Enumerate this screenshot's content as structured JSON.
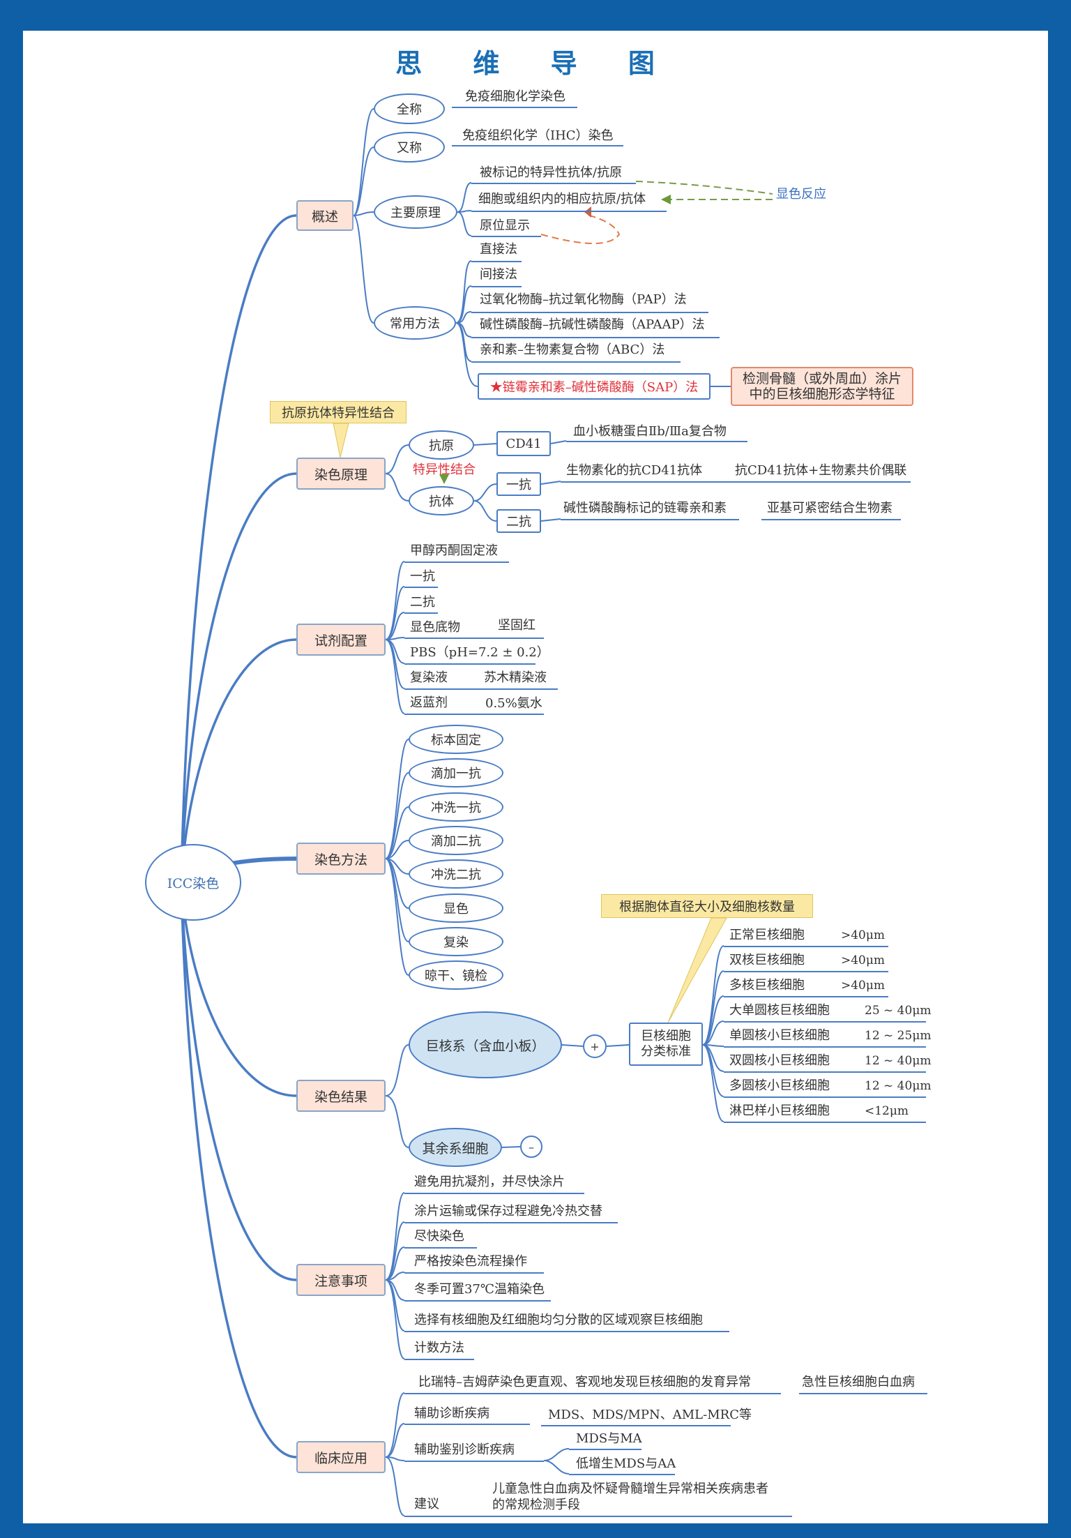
{
  "title": "思 维 导 图",
  "center": "ICC染色",
  "branches": {
    "gaishu": {
      "label": "概述",
      "quancheng": "全称",
      "quancheng_val": "免疫细胞化学染色",
      "youcheng": "又称",
      "youcheng_val": "免疫组织化学（IHC）染色",
      "yuanli": "主要原理",
      "yuanli_items": [
        "被标记的特异性抗体/抗原",
        "细胞或组织内的相应抗原/抗体",
        "原位显示"
      ],
      "xianse": "显色反应",
      "fangfa": "常用方法",
      "fangfa_items": [
        "直接法",
        "间接法",
        "过氧化物酶–抗过氧化物酶（PAP）法",
        "碱性磷酸酶–抗碱性磷酸酶（APAAP）法",
        "亲和素–生物素复合物（ABC）法"
      ],
      "sap": "★链霉亲和素–碱性磷酸酶（SAP）法",
      "sap_note_1": "检测骨髓（或外周血）涂片",
      "sap_note_2": "中的巨核细胞形态学特征"
    },
    "yuanli": {
      "label": "染色原理",
      "callout": "抗原抗体特异性结合",
      "kangyuan": "抗原",
      "cd41": "CD41",
      "cd41_val": "血小板糖蛋白Ⅱb/Ⅲa复合物",
      "teyixing": "特异性结合",
      "kangti": "抗体",
      "yikang": "一抗",
      "yikang_val": "生物素化的抗CD41抗体",
      "yikang_val2": "抗CD41抗体+生物素共价偶联",
      "erkang": "二抗",
      "erkang_val": "碱性磷酸酶标记的链霉亲和素",
      "erkang_val2": "亚基可紧密结合生物素"
    },
    "shiji": {
      "label": "试剂配置",
      "items": [
        "甲醇丙酮固定液",
        "一抗",
        "二抗",
        "显色底物",
        "PBS（pH=7.2 ± 0.2）",
        "复染液",
        "返蓝剂"
      ],
      "vals": {
        "xianse": "坚固红",
        "furan": "苏木精染液",
        "fanlan": "0.5%氨水"
      }
    },
    "fangfa": {
      "label": "染色方法",
      "steps": [
        "标本固定",
        "滴加一抗",
        "冲洗一抗",
        "滴加二抗",
        "冲洗二抗",
        "显色",
        "复染",
        "晾干、镜检"
      ]
    },
    "jieguo": {
      "label": "染色结果",
      "juhe": "巨核系（含血小板）",
      "plus": "+",
      "biaozhun_1": "巨核细胞",
      "biaozhun_2": "分类标准",
      "callout": "根据胞体直径大小及细胞核数量",
      "cells": [
        {
          "name": "正常巨核细胞",
          "size": ">40μm"
        },
        {
          "name": "双核巨核细胞",
          "size": ">40μm"
        },
        {
          "name": "多核巨核细胞",
          "size": ">40μm"
        },
        {
          "name": "大单圆核巨核细胞",
          "size": "25 ~ 40μm"
        },
        {
          "name": "单圆核小巨核细胞",
          "size": "12 ~ 25μm"
        },
        {
          "name": "双圆核小巨核细胞",
          "size": "12 ~ 40μm"
        },
        {
          "name": "多圆核小巨核细胞",
          "size": "12 ~ 40μm"
        },
        {
          "name": "淋巴样小巨核细胞",
          "size": "<12μm"
        }
      ],
      "qiyu": "其余系细胞",
      "minus": "–"
    },
    "zhuyi": {
      "label": "注意事项",
      "items": [
        "避免用抗凝剂，并尽快涂片",
        "涂片运输或保存过程避免冷热交替",
        "尽快染色",
        "严格按染色流程操作",
        "冬季可置37℃温箱染色",
        "选择有核细胞及红细胞均匀分散的区域观察巨核细胞",
        "计数方法"
      ]
    },
    "linchuang": {
      "label": "临床应用",
      "item1": "比瑞特–吉姆萨染色更直观、客观地发现巨核细胞的发育异常",
      "item1_val": "急性巨核细胞白血病",
      "item2": "辅助诊断疾病",
      "item2_val": "MDS、MDS/MPN、AML-MRC等",
      "item3": "辅助鉴别诊断疾病",
      "item3_vals": [
        "MDS与MA",
        "低增生MDS与AA"
      ],
      "item4": "建议",
      "item4_val_1": "儿童急性白血病及怀疑骨髓增生异常相关疾病患者",
      "item4_val_2": "的常规检测手段"
    }
  }
}
